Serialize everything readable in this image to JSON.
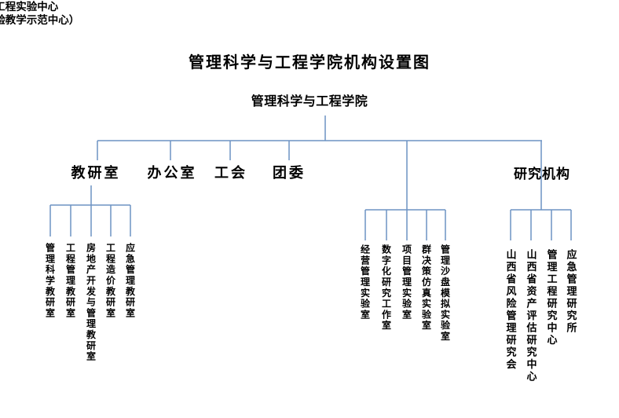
{
  "page": {
    "title": "管理科学与工程学院机构设置图"
  },
  "org": {
    "root": "管理科学与工程学院",
    "departments": [
      {
        "label": "教研室",
        "children": [
          "管理科学教研室",
          "工程管理教研室",
          "房地产开发与管理教研室",
          "工程造价教研室",
          "应急管理教研室"
        ]
      },
      {
        "label": "办公室",
        "children": []
      },
      {
        "label": "工会",
        "children": []
      },
      {
        "label": "团委",
        "children": []
      },
      {
        "label": "管理科学与工程实验中心",
        "sublabel": "（山西省高校实验教学示范中心）",
        "children": [
          "经营管理实验室",
          "数字化研究工作室",
          "项目管理实验室",
          "群决策仿真实验室",
          "管理沙盘模拟实验室"
        ]
      },
      {
        "label": "研究机构",
        "children": [
          "山西省风险管理研究会",
          "山西省资产评估研究中心",
          "管理工程研究中心",
          "应急管理研究所"
        ]
      }
    ]
  },
  "colors": {
    "background": "#ffffff",
    "text": "#000000",
    "connector": "#6d93c3"
  }
}
